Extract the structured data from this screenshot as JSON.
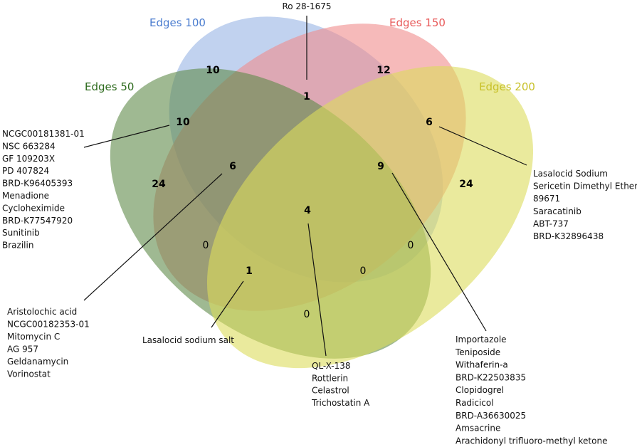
{
  "sets": [
    {
      "key": "e100",
      "label": "Edges 100",
      "color": "#4a7ccf",
      "fill": "#97b4e4"
    },
    {
      "key": "e150",
      "label": "Edges 150",
      "color": "#e85a5a",
      "fill": "#f08c8c"
    },
    {
      "key": "e50",
      "label": "Edges 50",
      "color": "#2e6b1e",
      "fill": "#5f8a4a"
    },
    {
      "key": "e200",
      "label": "Edges 200",
      "color": "#c8c12a",
      "fill": "#dcdc5c"
    }
  ],
  "region_counts": {
    "only_e100": "10",
    "only_e150": "12",
    "only_e50": "24",
    "only_e200": "24",
    "e100_e150": "1",
    "e50_e100": "10",
    "e150_e200": "6",
    "e50_e100_e150": "6",
    "e100_e150_e200": "9",
    "all_four": "4",
    "e50_e150": "0",
    "e100_e200": "0",
    "e50_e150_e200": "1",
    "e50_e100_e200": "0",
    "e50_e200": "0"
  },
  "callouts": {
    "top": [
      "Ro 28-1675"
    ],
    "left_upper": [
      "NCGC00181381-01",
      "NSC 663284",
      "GF 109203X",
      "PD 407824",
      "BRD-K96405393",
      "Menadione",
      "Cycloheximide",
      "BRD-K77547920",
      "Sunitinib",
      "Brazilin"
    ],
    "right_upper": [
      "Lasalocid Sodium",
      "Sericetin Dimethyl Ether",
      "89671",
      "Saracatinib",
      "ABT-737",
      "BRD-K32896438"
    ],
    "left_lower": [
      "Aristolochic acid",
      "NCGC00182353-01",
      "Mitomycin C",
      "AG 957",
      "Geldanamycin",
      "Vorinostat"
    ],
    "center_lower": [
      "Lasalocid sodium salt"
    ],
    "center_bottom": [
      "QL-X-138",
      "Rottlerin",
      "Celastrol",
      "Trichostatin A"
    ],
    "right_lower": [
      "Importazole",
      "Teniposide",
      "Withaferin-a",
      "BRD-K22503835",
      "Clopidogrel",
      "Radicicol",
      "BRD-A36630025",
      "Amsacrine",
      "Arachidonyl trifluoro-methyl ketone"
    ]
  }
}
